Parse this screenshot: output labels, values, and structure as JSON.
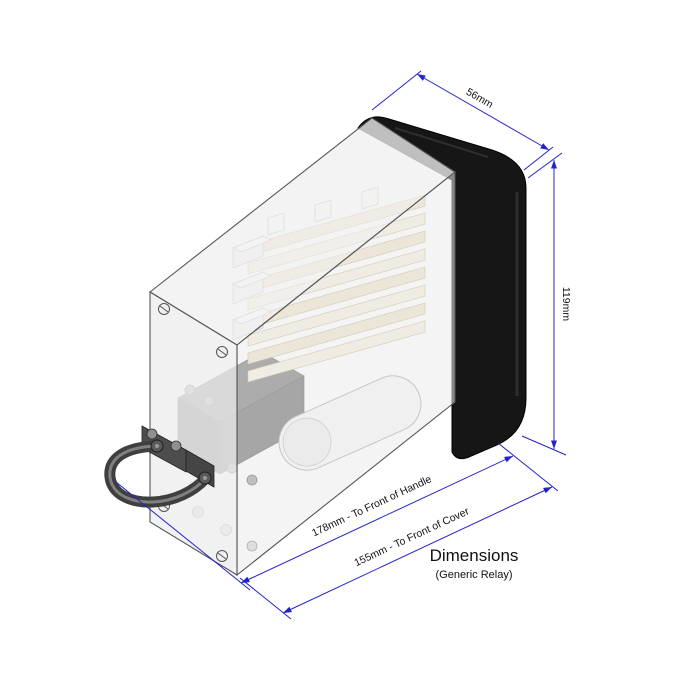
{
  "title": {
    "heading": "Dimensions",
    "subheading": "(Generic Relay)"
  },
  "dimension_labels": {
    "depth": "56mm",
    "height": "119mm",
    "to_front_of_handle": "178mm - To Front of Handle",
    "to_front_of_cover": "155mm - To Front of Cover"
  },
  "colors": {
    "dimension_line": "#2323cc",
    "label_text": "#111111",
    "housing_black": "#161616",
    "cover_gray": "#e9e9e9",
    "contact_tan": "#eadfc1",
    "handle_gray": "#3f3f3f",
    "background": "#ffffff"
  }
}
